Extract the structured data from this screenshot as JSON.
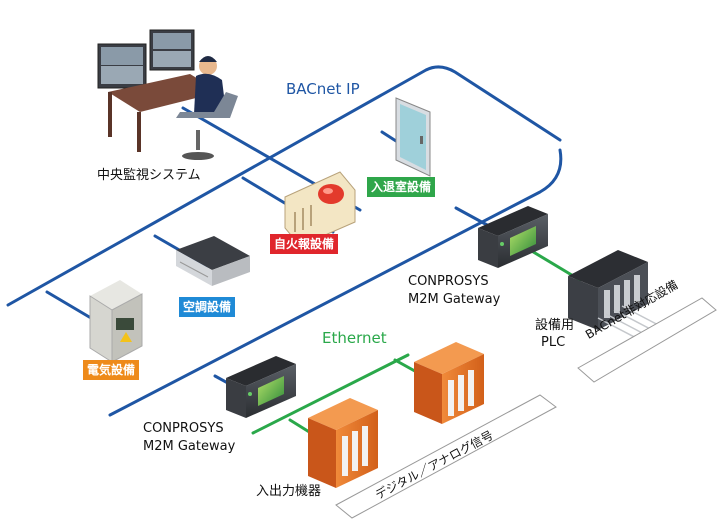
{
  "networks": {
    "bacnet_label": "BACnet IP",
    "ethernet_label": "Ethernet"
  },
  "colors": {
    "bacnet": "#1f56a4",
    "ethernet": "#2aa84a",
    "tag_green": "#2fa64a",
    "tag_red": "#e0262c",
    "tag_blue": "#1f8ad6",
    "tag_orange": "#ee8a1a",
    "device_orange": "#e2741f"
  },
  "labels": {
    "central_monitoring": "中央監視システム",
    "access_control": "入退室設備",
    "fire_alarm": "自火報設備",
    "hvac": "空調設備",
    "electrical": "電気設備",
    "gateway_top_line1": "CONPROSYS",
    "gateway_top_line2": "M2M Gateway",
    "gateway_bottom_line1": "CONPROSYS",
    "gateway_bottom_line2": "M2M Gateway",
    "plc_line1": "設備用",
    "plc_line2": "PLC",
    "io_devices": "入出力機器",
    "bacnet_incompatible": "BACnet非対応設備",
    "digital_analog": "デジタル／アナログ信号"
  },
  "icons": {
    "operator": "operator-workstation-icon",
    "door": "door-icon",
    "fire_alarm": "fire-alarm-icon",
    "hvac": "hvac-unit-icon",
    "electrical": "electrical-panel-icon",
    "gateway": "gateway-device-icon",
    "plc": "plc-rack-icon",
    "io": "io-module-icon"
  }
}
